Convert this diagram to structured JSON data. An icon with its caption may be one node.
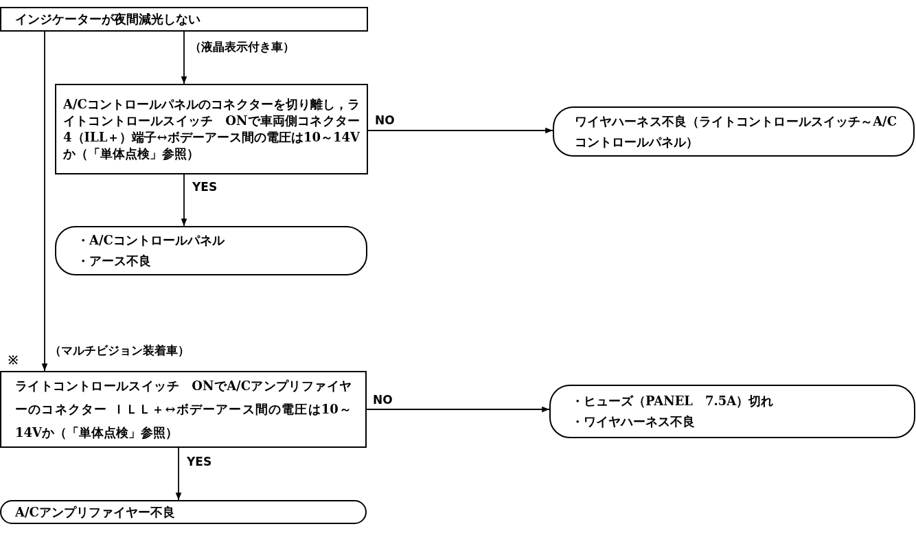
{
  "diagram": {
    "nodes": [
      {
        "text": [
          "インジケーターが夜間減光しない"
        ]
      },
      {
        "text": [
          "A/Cコントロールパネルのコネクターを切り離し，ライトコントロールスイッチ　ONで車両側コネクター4（ILL＋）端子↔ボデーアース間の電圧は10～14Vか（「単体点検」参照）"
        ]
      },
      {
        "text": [
          "ワイヤハーネス不良（ライトコントロールスイッチ～A/Cコントロールパネル）"
        ]
      },
      {
        "text": [
          "・A/Cコントロールパネル",
          "・アース不良"
        ]
      },
      {
        "text": [
          "ライトコントロールスイッチ　ONでA/Cアンプリファイヤーのコネクター ＩＬＬ＋↔ボデーアース間の電圧は10～14Vか（「単体点検」参照）"
        ]
      },
      {
        "text": [
          "・ヒューズ（PANEL　7.5A）切れ",
          "・ワイヤハーネス不良"
        ]
      },
      {
        "text": [
          "A/Cアンプリファイヤー不良"
        ]
      }
    ],
    "edges": [
      {
        "from": 0,
        "to": 1,
        "arrow": "to",
        "label": "（液晶表示付き車）"
      },
      {
        "from": 1,
        "to": 2,
        "arrow": "to",
        "label": "NO"
      },
      {
        "from": 1,
        "to": 3,
        "arrow": "to",
        "label": "YES"
      },
      {
        "from": 0,
        "to": 4,
        "arrow": "to",
        "label": "（マルチビジョン装着車）"
      },
      {
        "from": 4,
        "to": 5,
        "arrow": "to",
        "label": "NO"
      },
      {
        "from": 4,
        "to": 6,
        "arrow": "to",
        "label": "YES"
      }
    ],
    "labels": [
      "※"
    ]
  }
}
